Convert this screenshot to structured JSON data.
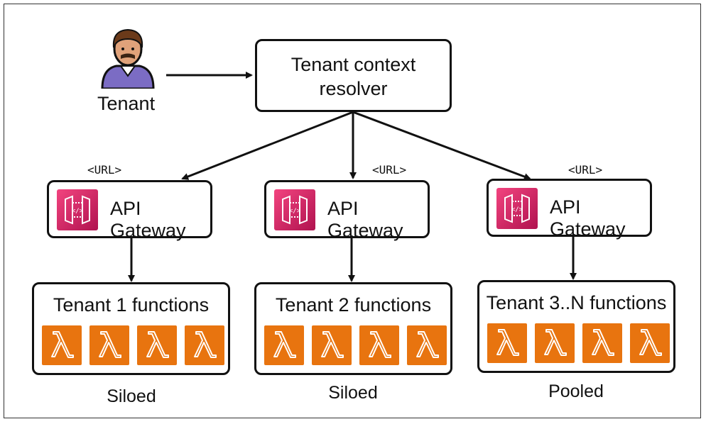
{
  "tenant": {
    "label": "Tenant"
  },
  "resolver": {
    "line1": "Tenant context",
    "line2": "resolver"
  },
  "gateways": [
    {
      "label": "API Gateway",
      "url": "<URL>"
    },
    {
      "label": "API Gateway",
      "url": "<URL>"
    },
    {
      "label": "API Gateway",
      "url": "<URL>"
    }
  ],
  "function_groups": [
    {
      "title": "Tenant 1 functions",
      "mode": "Siloed"
    },
    {
      "title": "Tenant 2 functions",
      "mode": "Siloed"
    },
    {
      "title": "Tenant 3..N functions",
      "mode": "Pooled"
    }
  ],
  "colors": {
    "api_gateway": "#d6246e",
    "lambda": "#e8740f",
    "stroke": "#111111"
  }
}
